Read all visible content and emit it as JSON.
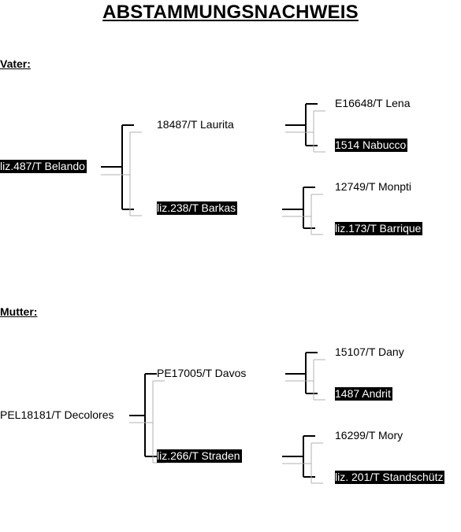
{
  "title": "ABSTAMMUNGSNACHWEIS",
  "father": {
    "label": "Vater:",
    "subject": "liz.487/T Belando",
    "parent1": "18487/T Laurita",
    "parent2": "liz.238/T Barkas",
    "gp1": "E16648/T Lena",
    "gp2": "1514 Nabucco",
    "gp3": "12749/T Monpti",
    "gp4": "liz.173/T Barrique"
  },
  "mother": {
    "label": "Mutter:",
    "subject": "PEL18181/T Decolores",
    "parent1": "PE17005/T Davos",
    "parent2": "liz.266/T Straden",
    "gp1": "15107/T Dany",
    "gp2": "1487 Andrit",
    "gp3": "16299/T Mory",
    "gp4": "liz. 201/T Standschütz"
  }
}
